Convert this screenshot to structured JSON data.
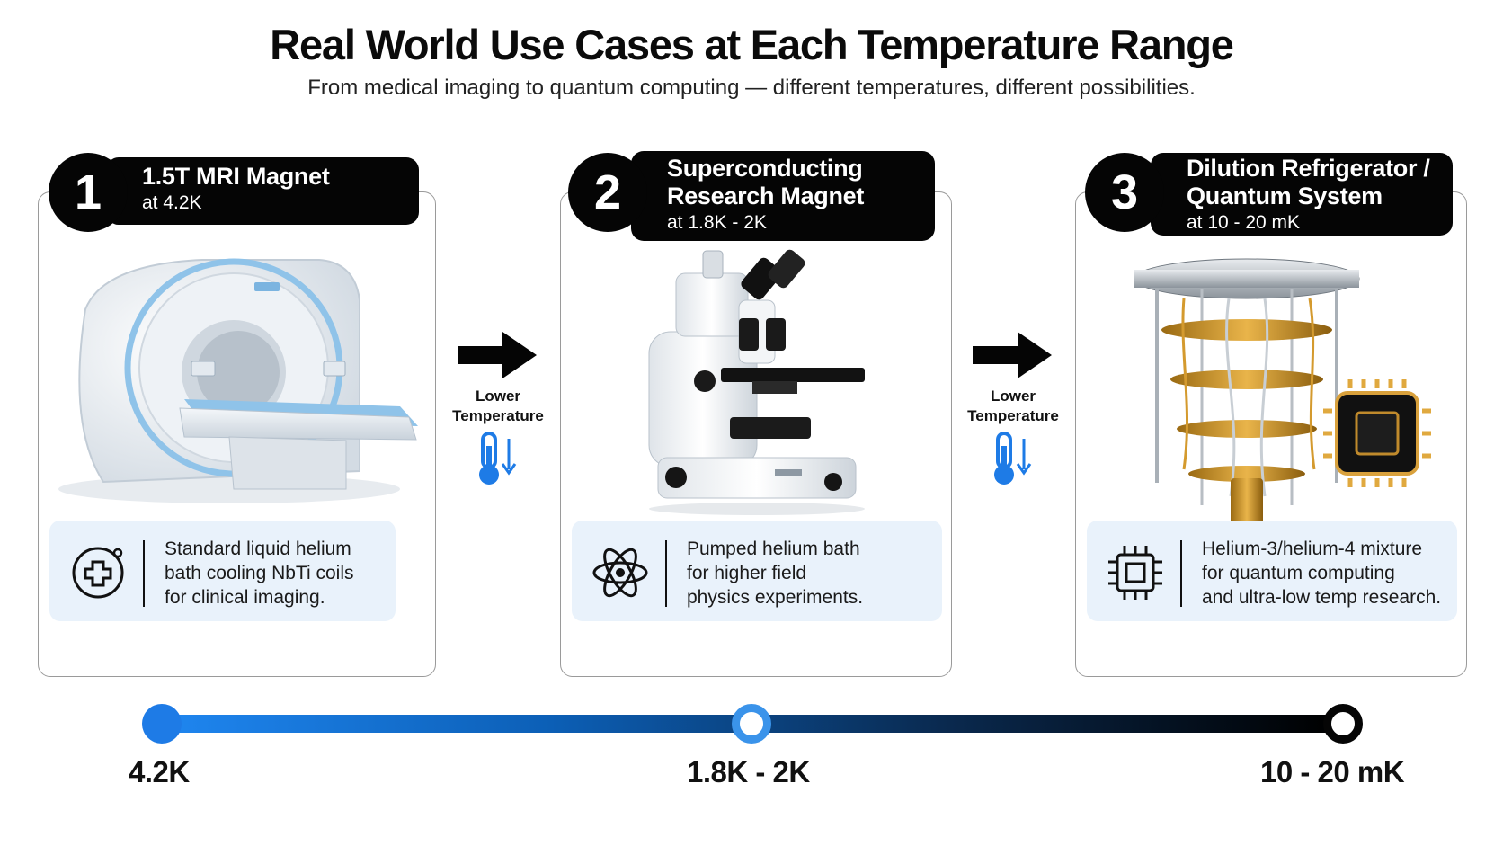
{
  "header": {
    "title": "Real World Use Cases at Each Temperature Range",
    "subtitle": "From medical imaging to quantum computing — different temperatures, different possibilities."
  },
  "cards": [
    {
      "number": "1",
      "title_lines": [
        "1.5T MRI Magnet"
      ],
      "temp": "at 4.2K",
      "desc_lines": [
        "Standard liquid helium",
        "bath cooling NbTi coils",
        "for clinical imaging."
      ],
      "icon": "medical-cross-circle-icon",
      "illustration": "mri-scanner"
    },
    {
      "number": "2",
      "title_lines": [
        "Superconducting",
        "Research Magnet"
      ],
      "temp": "at 1.8K - 2K",
      "desc_lines": [
        "Pumped helium bath",
        "for higher field",
        "physics experiments."
      ],
      "icon": "atom-icon",
      "illustration": "research-microscope"
    },
    {
      "number": "3",
      "title_lines": [
        "Dilution Refrigerator /",
        "Quantum System"
      ],
      "temp": "at 10 - 20 mK",
      "desc_lines": [
        "Helium-3/helium-4 mixture",
        "for quantum computing",
        "and ultra-low temp research."
      ],
      "icon": "chip-icon",
      "illustration": "dilution-refrigerator"
    }
  ],
  "arrows": [
    {
      "label_lines": [
        "Lower",
        "Temperature"
      ],
      "icon": "thermometer-down-icon"
    },
    {
      "label_lines": [
        "Lower",
        "Temperature"
      ],
      "icon": "thermometer-down-icon"
    }
  ],
  "timeline": {
    "points": [
      {
        "label": "4.2K",
        "color": "#1e7be6"
      },
      {
        "label": "1.8K - 2K",
        "color": "#3a93ea"
      },
      {
        "label": "10 - 20 mK",
        "color": "#050505"
      }
    ],
    "gradient": [
      "#1f86f0",
      "#0c5fb6",
      "#0a2a50",
      "#000000"
    ]
  },
  "colors": {
    "accent_blue": "#1e7be6",
    "description_bg": "#e9f2fb",
    "label_bg": "#050505"
  }
}
